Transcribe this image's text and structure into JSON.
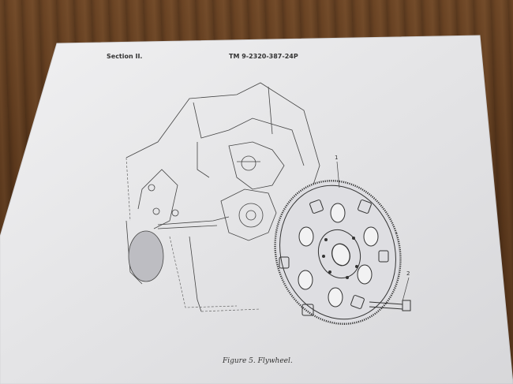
{
  "document": {
    "section": "Section II.",
    "manual_number": "TM 9-2320-387-24P",
    "caption": "Figure 5. Flywheel.",
    "callouts": [
      "1",
      "2"
    ]
  },
  "colors": {
    "wood": "#5a3a1e",
    "paper": "#e9e9ec",
    "ink": "#3a3a3a"
  }
}
